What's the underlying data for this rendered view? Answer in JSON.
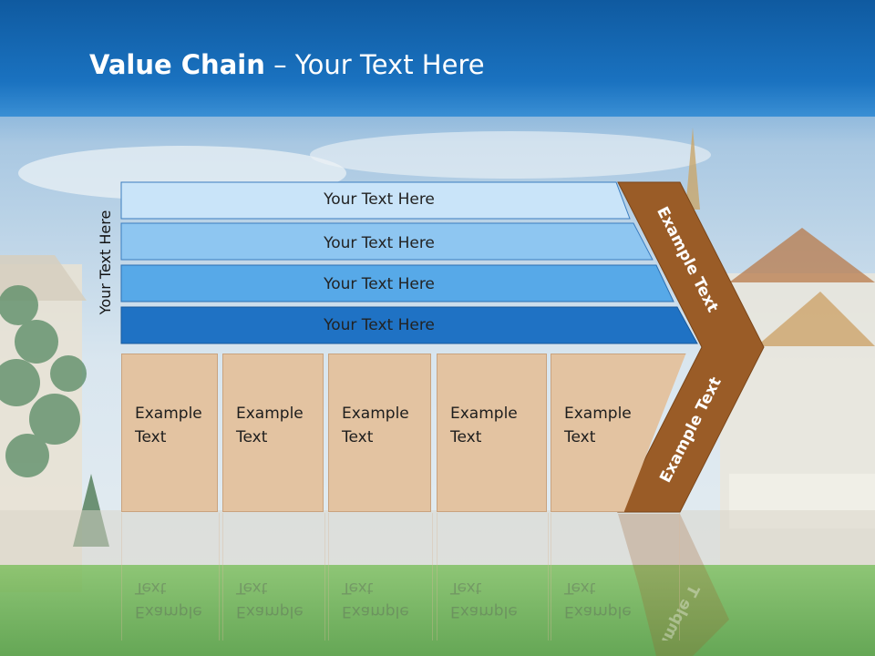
{
  "slide": {
    "title_bold": "Value Chain",
    "title_rest": " – Your Text Here",
    "side_label": "Your Text Here"
  },
  "bars": [
    {
      "label": "Your Text Here",
      "color": "#c9e4f9"
    },
    {
      "label": "Your Text Here",
      "color": "#8ec6f1"
    },
    {
      "label": "Your Text Here",
      "color": "#57a9e8"
    },
    {
      "label": "Your Text Here",
      "color": "#1f72c4"
    }
  ],
  "boxes": [
    {
      "label": "Example\nText"
    },
    {
      "label": "Example\nText"
    },
    {
      "label": "Example\nText"
    },
    {
      "label": "Example\nText"
    },
    {
      "label": "Example\nText"
    }
  ],
  "chevron": {
    "upper_label": "Example Text",
    "lower_label": "Example Text",
    "color": "#9a5c27"
  },
  "reflection": {
    "box_labels": [
      "Example\nText",
      "Example\nText",
      "Example\nText",
      "Example\nText",
      "Example\nText"
    ],
    "chevron_label": "Example T"
  }
}
